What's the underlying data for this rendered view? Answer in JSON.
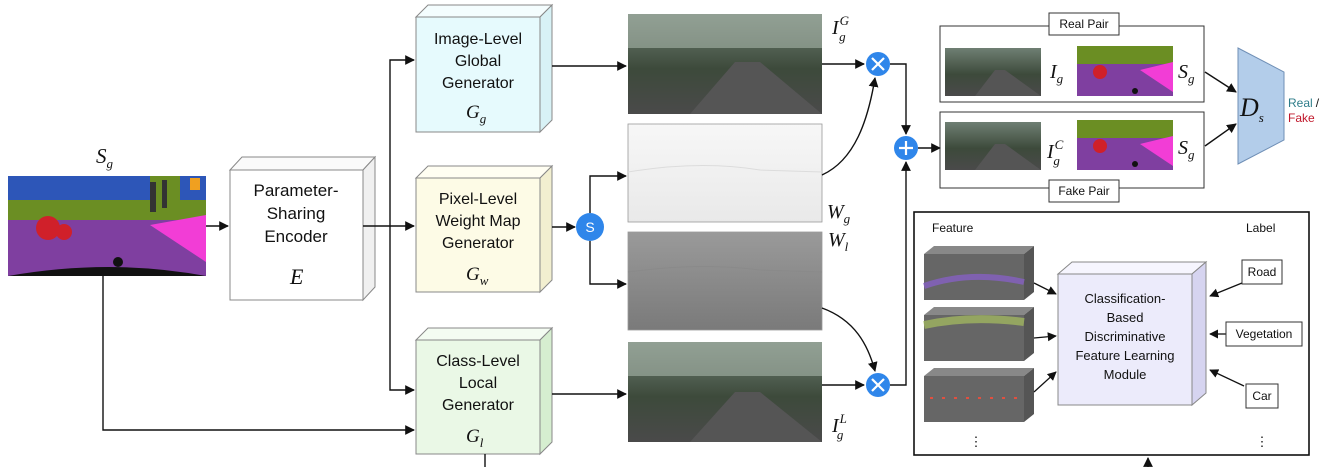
{
  "input": {
    "label": "S",
    "sub": "g"
  },
  "encoder": {
    "line1": "Parameter-",
    "line2": "Sharing",
    "line3": "Encoder",
    "symbol": "E"
  },
  "generators": {
    "global": {
      "line1": "Image-Level",
      "line2": "Global",
      "line3": "Generator",
      "symbol": "G",
      "sub": "g"
    },
    "weight": {
      "line1": "Pixel-Level",
      "line2": "Weight Map",
      "line3": "Generator",
      "symbol": "G",
      "sub": "w"
    },
    "local": {
      "line1": "Class-Level",
      "line2": "Local",
      "line3": "Generator",
      "symbol": "G",
      "sub": "l"
    }
  },
  "softmax": {
    "label": "S"
  },
  "outputs": {
    "global_img": {
      "symbol": "I",
      "sub": "g",
      "sup": "G"
    },
    "weight_g": {
      "symbol": "W",
      "sub": "g"
    },
    "weight_l": {
      "symbol": "W",
      "sub": "l"
    },
    "local_img": {
      "symbol": "I",
      "sub": "g",
      "sup": "L"
    }
  },
  "discriminator": {
    "real_pair": "Real Pair",
    "fake_pair": "Fake Pair",
    "real_img": {
      "symbol": "I",
      "sub": "g"
    },
    "fake_img": {
      "symbol": "I",
      "sub": "g",
      "sup": "C"
    },
    "seg_real": {
      "symbol": "S",
      "sub": "g"
    },
    "seg_fake": {
      "symbol": "S",
      "sub": "g"
    },
    "block": {
      "symbol": "D",
      "sub": "s"
    },
    "result_real": "Real",
    "result_slash": "/",
    "result_fake": "Fake"
  },
  "module": {
    "feature_header": "Feature",
    "label_header": "Label",
    "line1": "Classification-",
    "line2": "Based",
    "line3": "Discriminative",
    "line4": "Feature Learning",
    "line5": "Module",
    "labels": [
      "Road",
      "Vegetation",
      "Car"
    ],
    "dots": "⋮"
  },
  "colors": {
    "global_face": "#e6fafd",
    "weight_face": "#fdfbe6",
    "local_face": "#eaf8e6",
    "module_face": "#ecebfb",
    "disc_fill": "#b3cdea",
    "circle": "#2f86ea",
    "real": "#2e7d8a",
    "fake": "#c0182b"
  }
}
